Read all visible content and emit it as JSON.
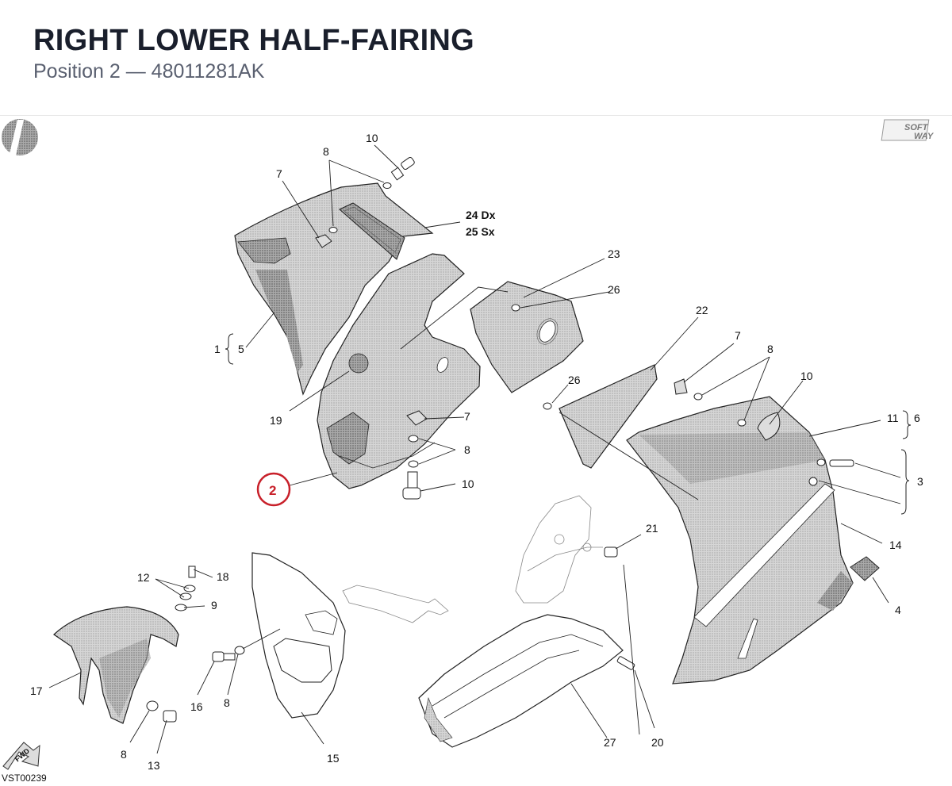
{
  "header": {
    "title": "RIGHT LOWER HALF-FAIRING",
    "subtitle": "Position 2 — 48011281AK"
  },
  "logos": {
    "softway": "SOFT WAY",
    "fwd": "FWD"
  },
  "doc_id": "VST00239",
  "callouts": {
    "c1": "1",
    "c2": "2",
    "c3": "3",
    "c4": "4",
    "c5": "5",
    "c6": "6",
    "c7a": "7",
    "c7b": "7",
    "c7c": "7",
    "c8a": "8",
    "c8b": "8",
    "c8c": "8",
    "c8d": "8",
    "c8e": "8",
    "c9": "9",
    "c10a": "10",
    "c10b": "10",
    "c10c": "10",
    "c11": "11",
    "c12": "12",
    "c13": "13",
    "c14": "14",
    "c15": "15",
    "c16": "16",
    "c17": "17",
    "c18": "18",
    "c19": "19",
    "c20": "20",
    "c21": "21",
    "c22": "22",
    "c23": "23",
    "c24": "24 Dx",
    "c25": "25 Sx",
    "c26a": "26",
    "c26b": "26",
    "c27": "27"
  },
  "colors": {
    "highlight": "#c8202a",
    "part_fill": "#c9c9c9",
    "line": "#222222"
  }
}
